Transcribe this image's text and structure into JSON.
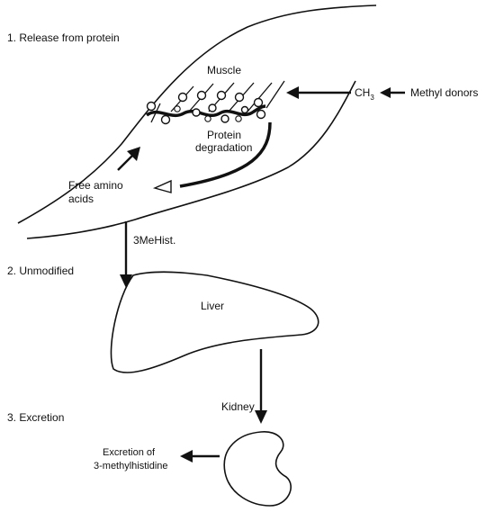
{
  "steps": {
    "release": "1.  Release from protein",
    "unmodified": "2.  Unmodified",
    "excretion": "3.  Excretion"
  },
  "muscle": {
    "label": "Muscle",
    "protein_degradation_line1": "Protein",
    "protein_degradation_line2": "degradation",
    "free_amino_line1": "Free amino",
    "free_amino_line2": "acids"
  },
  "methyl": {
    "ch3_main": "CH",
    "ch3_sub": "3",
    "donors": "Methyl donors"
  },
  "transport": {
    "label": "3MeHist."
  },
  "liver": {
    "label": "Liver"
  },
  "kidney": {
    "label": "Kidney"
  },
  "output": {
    "line1": "Excretion of",
    "line2": "3-methylhistidine"
  },
  "colors": {
    "ink": "#111111",
    "background": "#ffffff"
  }
}
